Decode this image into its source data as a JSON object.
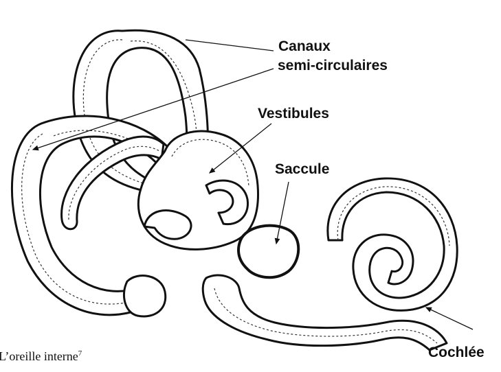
{
  "labels": {
    "canaux_line1": "Canaux",
    "canaux_line2": "semi-circulaires",
    "vestibules": "Vestibules",
    "saccule": "Saccule",
    "cochlee": "Cochlée"
  },
  "caption": {
    "text": "L’oreille interne",
    "footnote": "7"
  }
}
